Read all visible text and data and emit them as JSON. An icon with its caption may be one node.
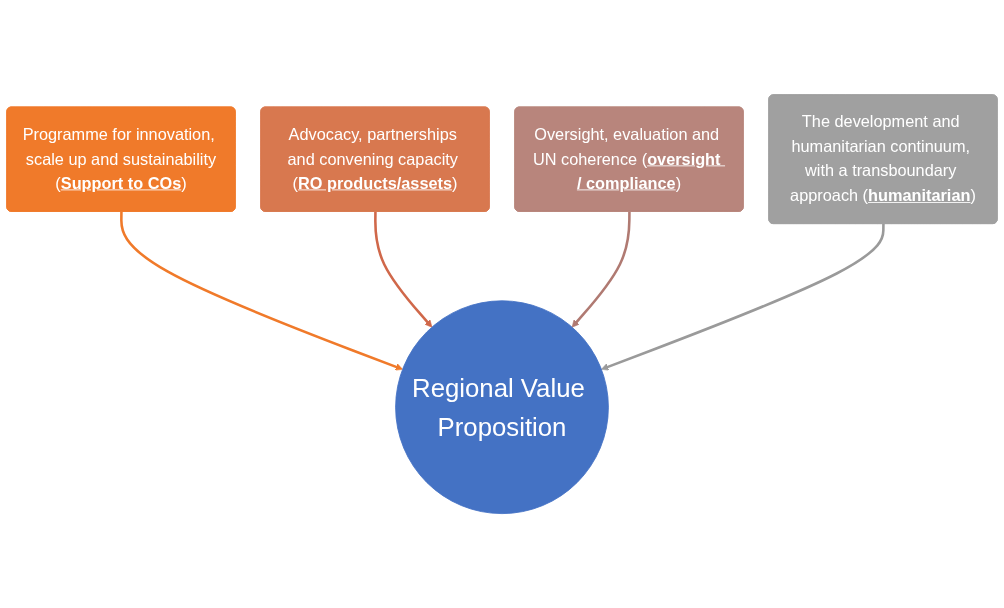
{
  "diagram": {
    "nodes": [
      {
        "text": [
          "Advocacy, partnerships and convening capacity (**RO products/assets**)"
        ]
      },
      {
        "text": [
          "Oversight, evaluation and UN coherence (**oversight / compliance**)"
        ]
      },
      {
        "text": [
          "Programme for innovation, scale up and sustainability",
          "(**Support to COs**)"
        ]
      },
      {
        "text": [
          "The development and humanitarian continuum, with a transboundary approach (**humanitarian**)"
        ]
      },
      {
        "text": [
          "Regional Value Proposition"
        ]
      }
    ],
    "edges": [
      {
        "from": 2,
        "to": 4,
        "arrow": "to",
        "color": "#f07a2a"
      },
      {
        "from": 0,
        "to": 4,
        "arrow": "to",
        "color": "#d0684a"
      },
      {
        "from": 1,
        "to": 4,
        "arrow": "to",
        "color": "#b07a72"
      },
      {
        "from": 3,
        "to": 4,
        "arrow": "to",
        "color": "#9a9a9a"
      }
    ]
  }
}
